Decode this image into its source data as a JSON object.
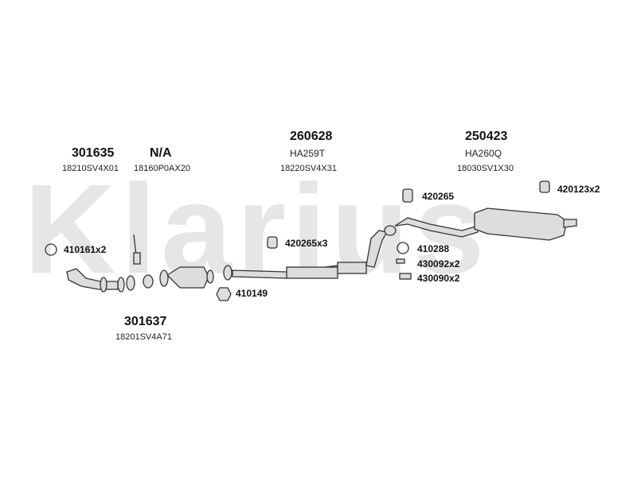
{
  "watermark": "Klarius",
  "parts": {
    "front_pipe": {
      "number": "301635",
      "oe": "18210SV4X01"
    },
    "gasket": {
      "number": "N/A",
      "oe": "18160P0AX20"
    },
    "center_box": {
      "number": "260628",
      "code": "HA259T",
      "oe": "18220SV4X31"
    },
    "rear_box": {
      "number": "250423",
      "code": "HA260Q",
      "oe": "18030SV1X30"
    },
    "catalyst": {
      "number": "301637",
      "oe": "18201SV4A71"
    }
  },
  "accessories": {
    "ring": "410161x2",
    "gasket_front": "410149",
    "mount_center": "420265x3",
    "mount_mid": "420265",
    "ring_rear": "410288",
    "bolt": "430092x2",
    "spring": "430090x2",
    "mount_rear": "420123x2"
  },
  "colors": {
    "line": "#333333",
    "fill": "#dddddd",
    "watermark": "#e6e6e6"
  }
}
